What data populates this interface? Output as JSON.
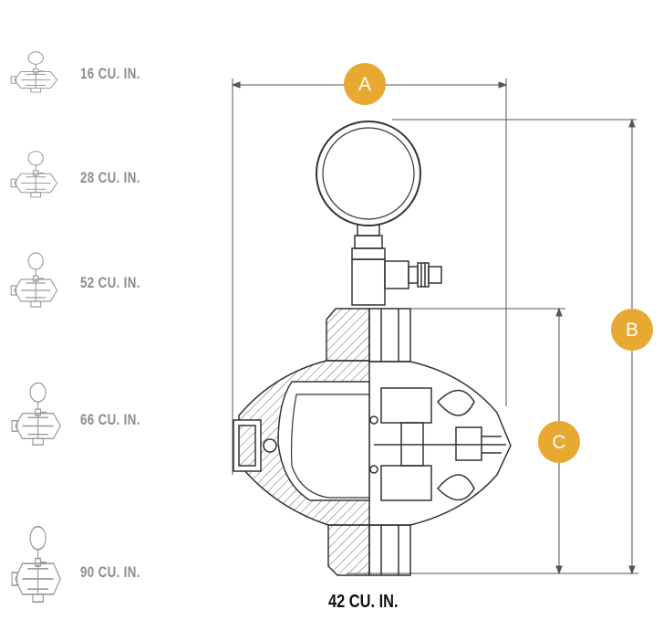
{
  "sizes": [
    {
      "label": "16 CU. IN."
    },
    {
      "label": "28 CU. IN."
    },
    {
      "label": "52 CU. IN."
    },
    {
      "label": "66 CU. IN."
    },
    {
      "label": "90 CU. IN."
    }
  ],
  "main_label": "42 CU. IN.",
  "dimensions": {
    "a": "A",
    "b": "B",
    "c": "C"
  },
  "colors": {
    "badge": "#e8a932",
    "line": "#555555",
    "label_gray": "#8c8c8c"
  }
}
